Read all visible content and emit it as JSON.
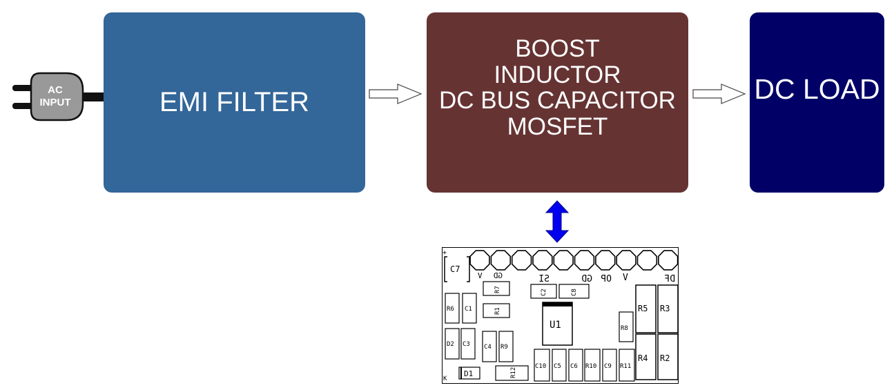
{
  "ac_input": {
    "line1": "AC",
    "line2": "INPUT"
  },
  "blocks": {
    "emi": {
      "label": "EMI FILTER",
      "color": "#336699"
    },
    "boost": {
      "lines": [
        "BOOST",
        "INDUCTOR",
        "DC BUS CAPACITOR",
        "MOSFET"
      ],
      "color": "#663333"
    },
    "dc_load": {
      "label": "DC LOAD",
      "color": "#000066"
    }
  },
  "link_arrow_color": "#0000ee",
  "pcb": {
    "header_labels": {
      "v_left": "V",
      "gd_left": "GD",
      "si": "SI",
      "op": "OP",
      "gd_right": "GD",
      "v_right": "V",
      "df": "DF"
    },
    "marks": {
      "plus": "+",
      "k": "K"
    },
    "components": {
      "c7": "C7",
      "r7": "R7",
      "c2": "C2",
      "c8": "C8",
      "r6": "R6",
      "c1": "C1",
      "r1": "R1",
      "u1": "U1",
      "r5": "R5",
      "r3": "R3",
      "r8": "R8",
      "d2": "D2",
      "c3": "C3",
      "c4": "C4",
      "r9": "R9",
      "r4": "R4",
      "r2": "R2",
      "c10": "C10",
      "c5": "C5",
      "c6": "C6",
      "r10": "R10",
      "c9": "C9",
      "r11": "R11",
      "d1": "D1",
      "r12": "R12"
    }
  }
}
